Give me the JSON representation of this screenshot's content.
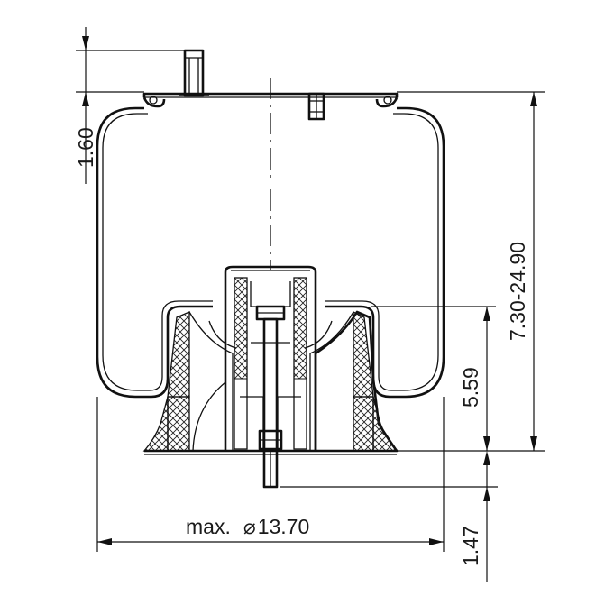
{
  "drawing": {
    "dim_top_plate": "1.60",
    "dim_height_range": "7.30-24.90",
    "dim_piston_height": "5.59",
    "dim_stud_length": "1.47",
    "dim_max_prefix": "max.",
    "dim_diameter": "13.70",
    "diameter_symbol": "⌀"
  }
}
